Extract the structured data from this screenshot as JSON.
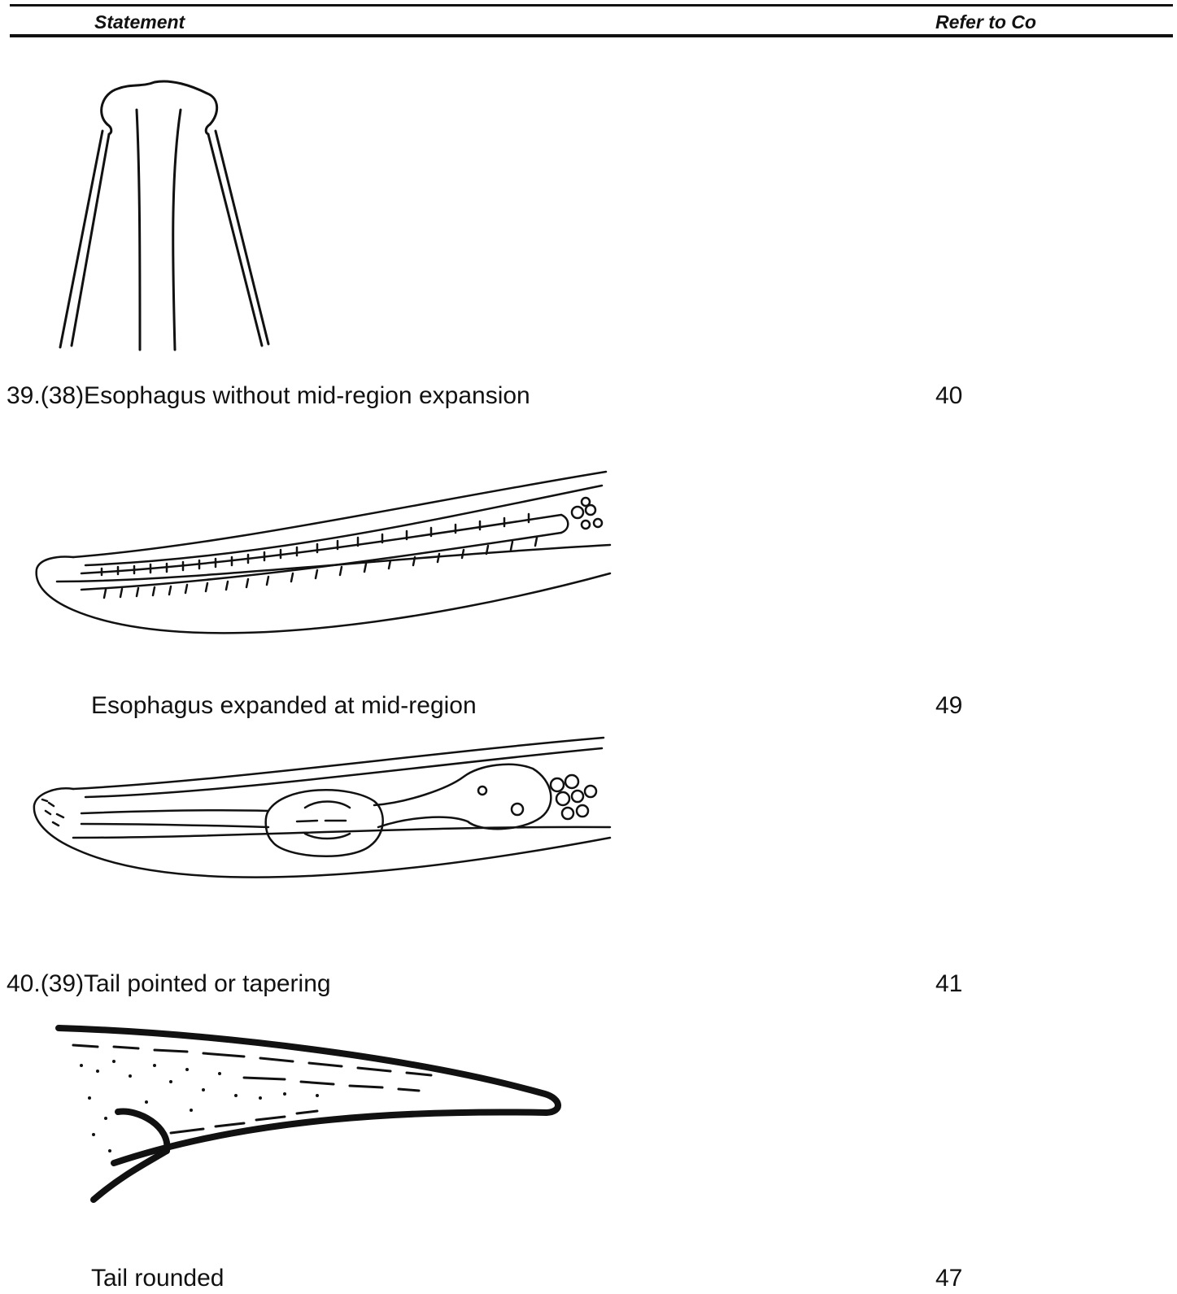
{
  "header": {
    "statement_label": "Statement",
    "refer_label": "Refer to Co"
  },
  "entries": [
    {
      "text": "39.(38)Esophagus without mid-region expansion",
      "ref": "40"
    },
    {
      "text": "Esophagus expanded at mid-region",
      "ref": "49"
    },
    {
      "text": "40.(39)Tail pointed or tapering",
      "ref": "41"
    },
    {
      "text": "Tail rounded",
      "ref": "47"
    }
  ]
}
